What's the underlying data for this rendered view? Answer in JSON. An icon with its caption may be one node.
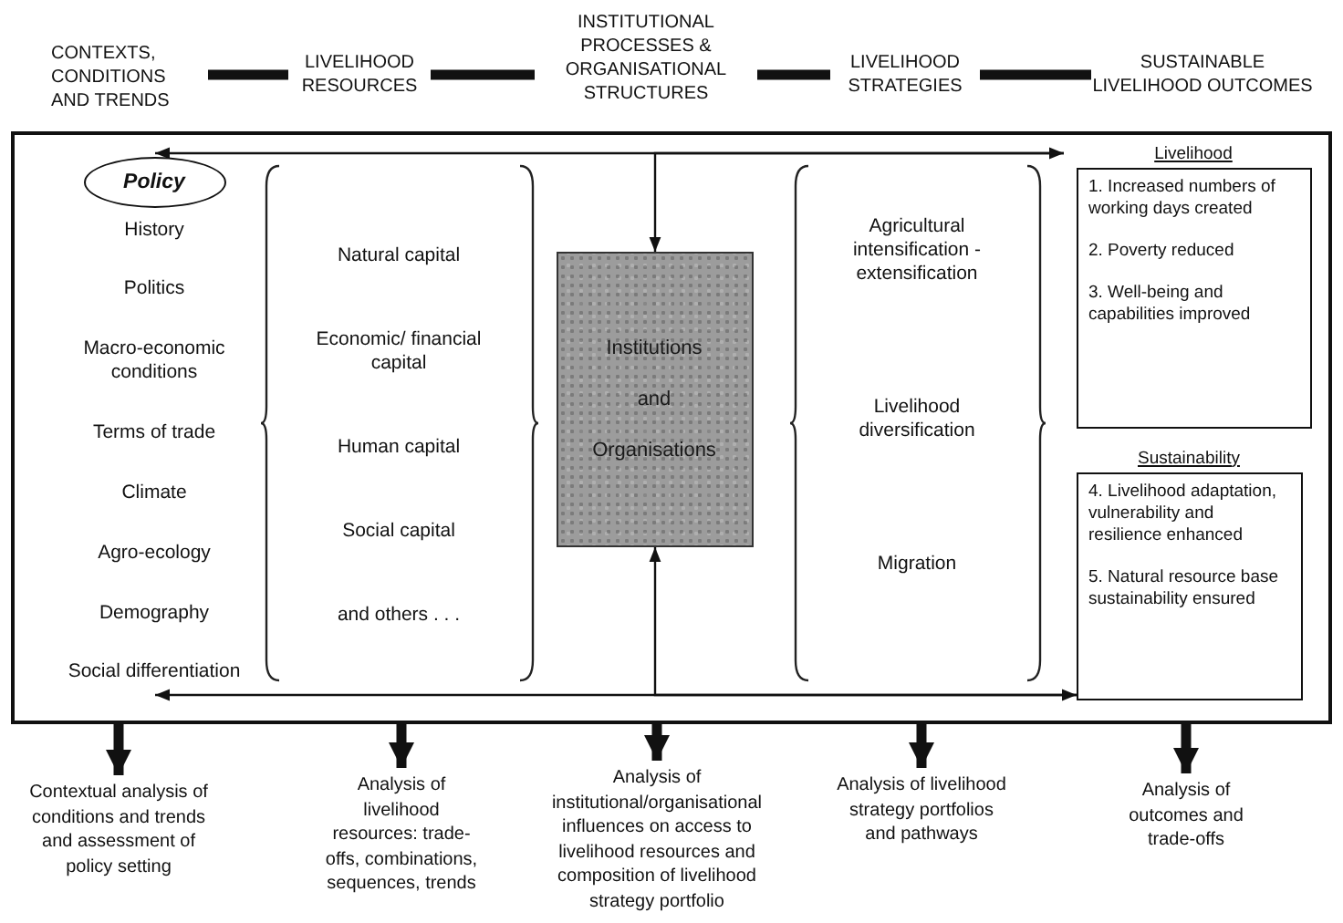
{
  "diagram": {
    "nodes": [
      {
        "text": [
          "CONTEXTS, CONDITIONS AND TRENDS"
        ]
      },
      {
        "text": [
          "LIVELIHOOD RESOURCES"
        ]
      },
      {
        "text": [
          "INSTITUTIONAL PROCESSES & ORGANISATIONAL STRUCTURES"
        ]
      },
      {
        "text": [
          "LIVELIHOOD STRATEGIES"
        ]
      },
      {
        "text": [
          "SUSTAINABLE LIVELIHOOD OUTCOMES"
        ]
      },
      {
        "text": [],
        "shape": "box"
      },
      {
        "text": [
          "Policy"
        ],
        "in": 5
      },
      {
        "text": [
          "History",
          "Politics",
          "Macro-economic conditions",
          "Terms of trade",
          "Climate",
          "Agro-ecology",
          "Demography",
          "Social differentiation"
        ],
        "in": 5
      },
      {
        "text": [
          "Natural capital",
          "Economic/ financial capital",
          "Human capital",
          "Social capital",
          "and others . . ."
        ],
        "in": 5
      },
      {
        "text": [
          "Institutions",
          "and",
          "Organisations"
        ],
        "in": 5
      },
      {
        "text": [
          "Agricultural intensification - extensification",
          "Livelihood diversification",
          "Migration"
        ],
        "in": 5
      },
      {
        "text": [
          "Livelihood",
          "1. Increased numbers of working days created",
          "2. Poverty reduced",
          "3. Well-being and capabilities improved"
        ],
        "in": 5
      },
      {
        "text": [
          "Sustainability",
          "4. Livelihood adaptation, vulnerability and resilience enhanced",
          "5. Natural resource base sustainability ensured"
        ],
        "in": 5
      },
      {
        "text": [
          "Contextual analysis of conditions and trends and assessment of policy setting"
        ]
      },
      {
        "text": [
          "Analysis of livelihood resources: trade-offs, combinations, sequences, trends"
        ]
      },
      {
        "text": [
          "Analysis of institutional/organisational influences on access to livelihood resources and composition of livelihood strategy portfolio"
        ]
      },
      {
        "text": [
          "Analysis of livelihood strategy portfolios and pathways"
        ]
      },
      {
        "text": [
          "Analysis of outcomes and trade-offs"
        ]
      }
    ],
    "edges": [
      {
        "from": 0,
        "to": 1,
        "arrow": "none"
      },
      {
        "from": 1,
        "to": 2,
        "arrow": "none"
      },
      {
        "from": 2,
        "to": 3,
        "arrow": "none"
      },
      {
        "from": 3,
        "to": 4,
        "arrow": "none"
      },
      {
        "from": 6,
        "to": 11,
        "arrow": "both"
      },
      {
        "from": 11,
        "to": 9,
        "arrow": "to"
      },
      {
        "from": 7,
        "to": 12,
        "arrow": "both"
      },
      {
        "from": 12,
        "to": 9,
        "arrow": "to"
      },
      {
        "from": 5,
        "to": 13,
        "arrow": "to"
      },
      {
        "from": 5,
        "to": 14,
        "arrow": "to"
      },
      {
        "from": 5,
        "to": 15,
        "arrow": "to"
      },
      {
        "from": 5,
        "to": 16,
        "arrow": "to"
      },
      {
        "from": 5,
        "to": 17,
        "arrow": "to"
      }
    ]
  }
}
